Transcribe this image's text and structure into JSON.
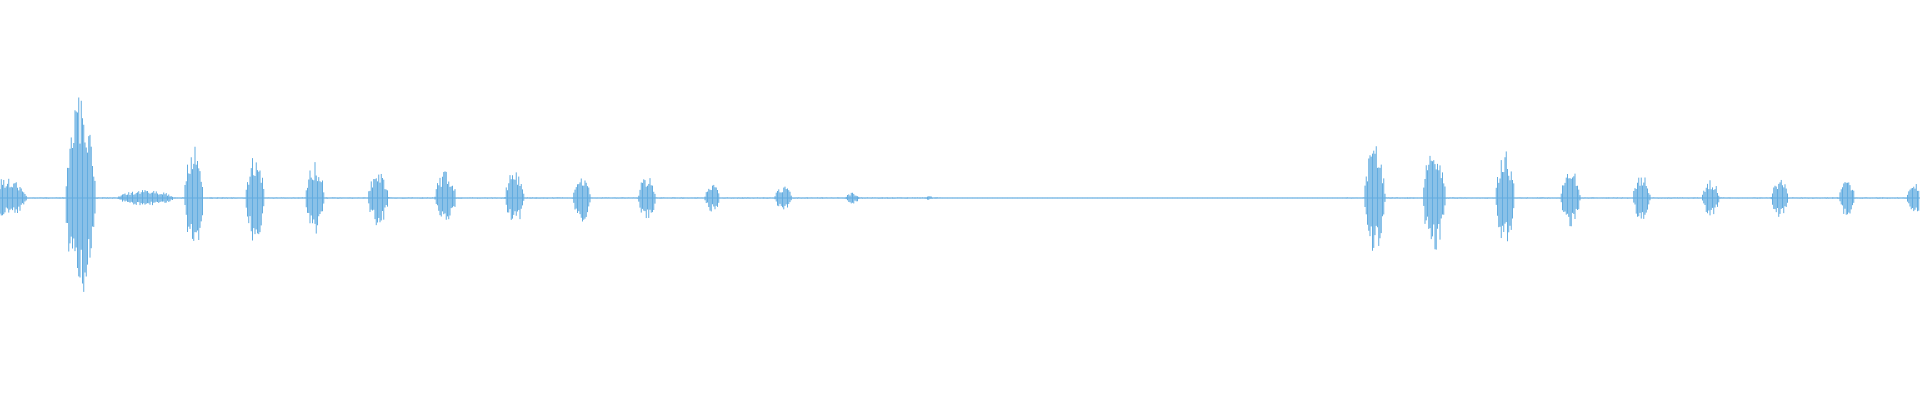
{
  "waveform": {
    "color": "#62ace0",
    "background": "#ffffff",
    "bursts": [
      {
        "position": 0.003,
        "width": 0.022,
        "amplitude": 0.1
      },
      {
        "position": 0.042,
        "width": 0.016,
        "amplitude": 0.52
      },
      {
        "position": 0.076,
        "width": 0.03,
        "amplitude": 0.04
      },
      {
        "position": 0.101,
        "width": 0.01,
        "amplitude": 0.26
      },
      {
        "position": 0.133,
        "width": 0.01,
        "amplitude": 0.23
      },
      {
        "position": 0.164,
        "width": 0.01,
        "amplitude": 0.19
      },
      {
        "position": 0.197,
        "width": 0.011,
        "amplitude": 0.14
      },
      {
        "position": 0.232,
        "width": 0.011,
        "amplitude": 0.14
      },
      {
        "position": 0.268,
        "width": 0.01,
        "amplitude": 0.14
      },
      {
        "position": 0.303,
        "width": 0.009,
        "amplitude": 0.12
      },
      {
        "position": 0.337,
        "width": 0.009,
        "amplitude": 0.12
      },
      {
        "position": 0.371,
        "width": 0.008,
        "amplitude": 0.07
      },
      {
        "position": 0.408,
        "width": 0.009,
        "amplitude": 0.06
      },
      {
        "position": 0.444,
        "width": 0.007,
        "amplitude": 0.03
      },
      {
        "position": 0.484,
        "width": 0.004,
        "amplitude": 0.01
      },
      {
        "position": 0.716,
        "width": 0.011,
        "amplitude": 0.28
      },
      {
        "position": 0.747,
        "width": 0.012,
        "amplitude": 0.27
      },
      {
        "position": 0.784,
        "width": 0.01,
        "amplitude": 0.24
      },
      {
        "position": 0.818,
        "width": 0.01,
        "amplitude": 0.15
      },
      {
        "position": 0.855,
        "width": 0.009,
        "amplitude": 0.12
      },
      {
        "position": 0.891,
        "width": 0.009,
        "amplitude": 0.09
      },
      {
        "position": 0.927,
        "width": 0.009,
        "amplitude": 0.1
      },
      {
        "position": 0.962,
        "width": 0.008,
        "amplitude": 0.1
      },
      {
        "position": 0.998,
        "width": 0.01,
        "amplitude": 0.07
      }
    ]
  }
}
